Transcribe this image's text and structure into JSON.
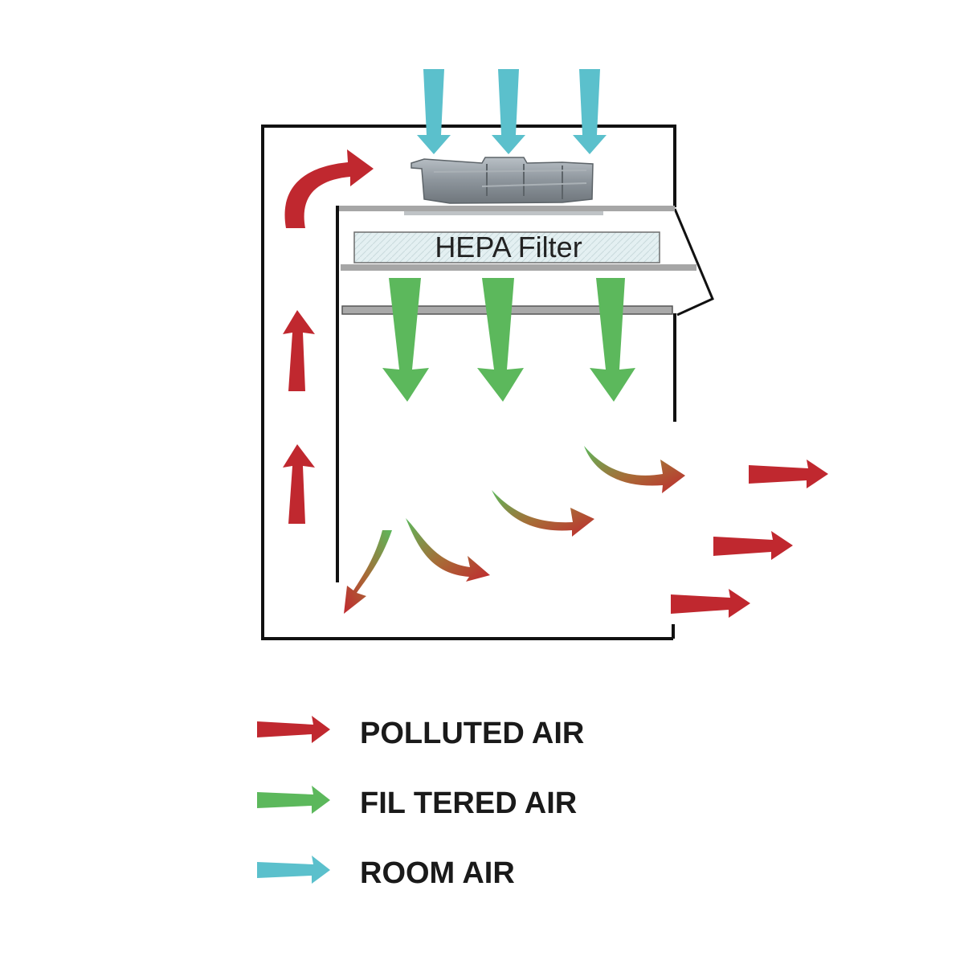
{
  "diagram": {
    "filter_label": "HEPA Filter",
    "colors": {
      "polluted": "#c0282f",
      "filtered": "#5cb85c",
      "room": "#5bc0cc",
      "cabinet_line": "#111111",
      "shelf": "#a6a6a6",
      "filter_fill": "#e4f0f2",
      "fan_body": "#8d959c"
    }
  },
  "legend": {
    "polluted": "POLLUTED AIR",
    "filtered": "FIL TERED AIR",
    "room": "ROOM AIR"
  }
}
